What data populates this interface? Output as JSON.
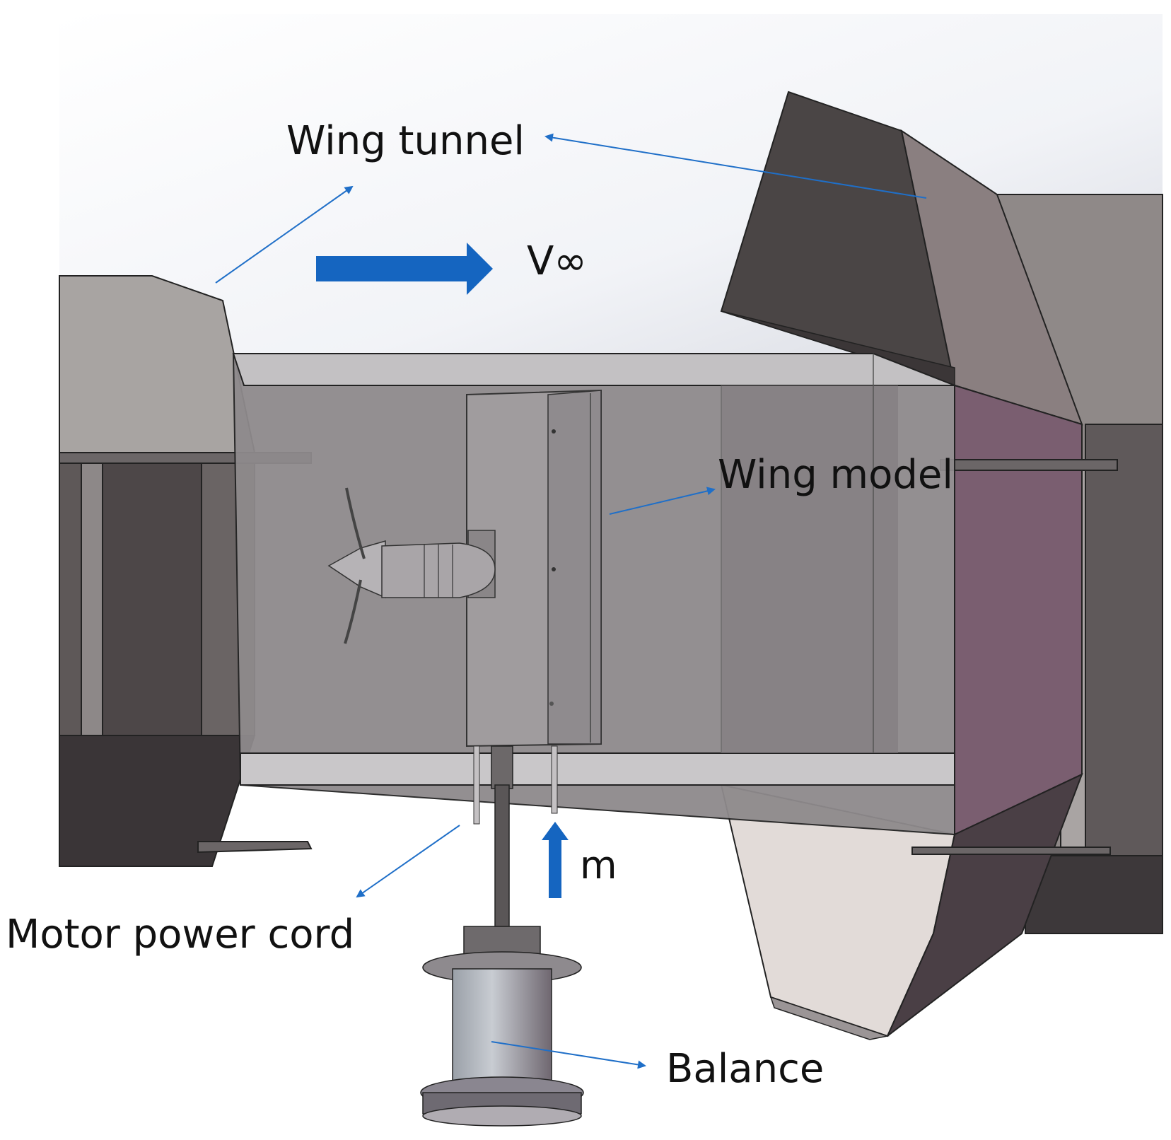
{
  "labels": {
    "wing_tunnel": "Wing tunnel",
    "velocity_symbol": "V∞",
    "wing_model": "Wing model",
    "moment": "m",
    "motor_power_cord": "Motor power cord",
    "balance": "Balance"
  },
  "colors": {
    "annotation_arrow": "#1f6fc8",
    "flow_arrow": "#1565c0",
    "tunnel_grey": "#8a8585",
    "tunnel_dark": "#4a4444",
    "contraction_purple": "#7a5e70"
  },
  "icons": {
    "flow": "right-arrow-icon",
    "moment": "up-arrow-icon"
  }
}
